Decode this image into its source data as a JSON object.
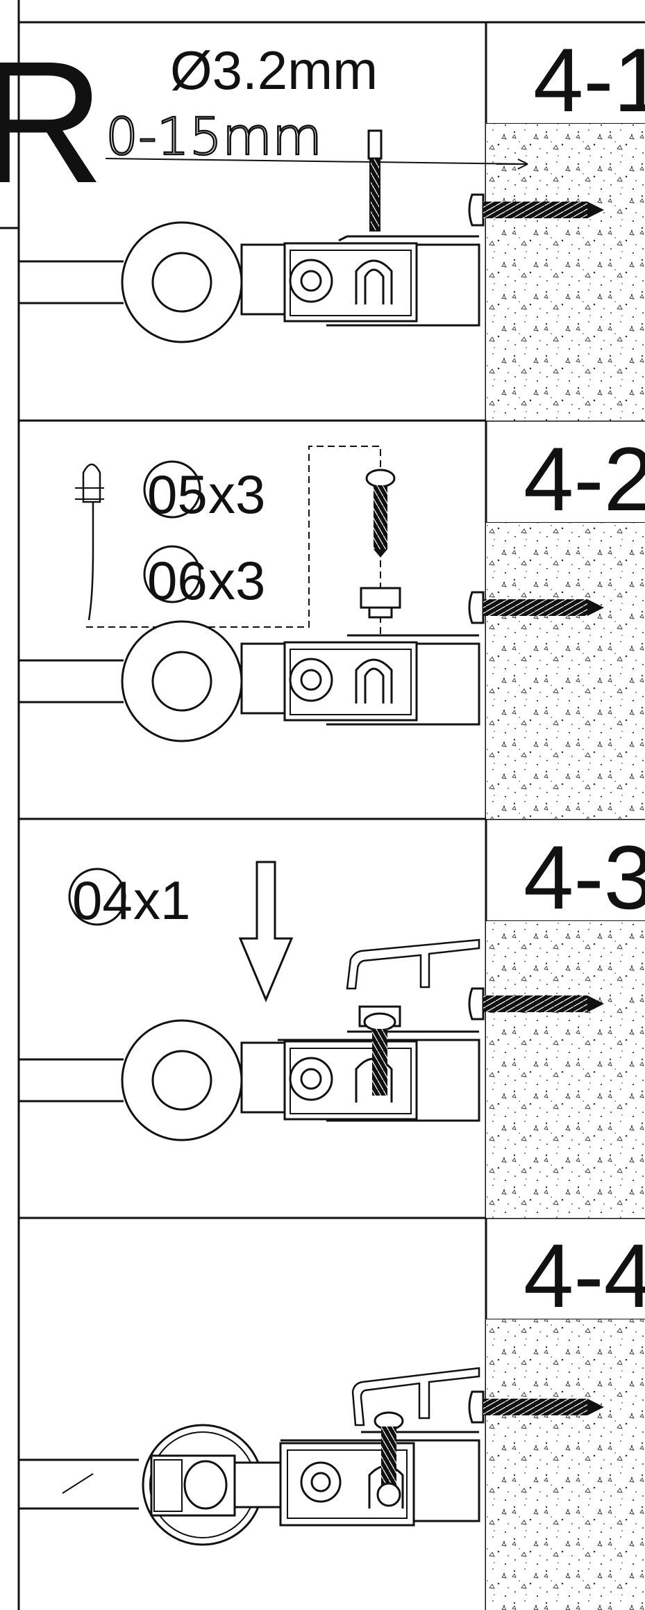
{
  "title_fragment": "R",
  "steps": [
    {
      "id": "4-1",
      "label": "4-1",
      "annotations": {
        "drill": "Ø3.2mm",
        "depth": "0-15mm"
      }
    },
    {
      "id": "4-2",
      "label": "4-2",
      "parts": [
        {
          "num": "05",
          "qty": "x3"
        },
        {
          "num": "06",
          "qty": "x3"
        }
      ]
    },
    {
      "id": "4-3",
      "label": "4-3",
      "parts": [
        {
          "num": "04",
          "qty": "x1"
        }
      ]
    },
    {
      "id": "4-4",
      "label": "4-4"
    }
  ],
  "colors": {
    "line": "#111111",
    "background": "#ffffff",
    "wall": "#ffffff"
  }
}
